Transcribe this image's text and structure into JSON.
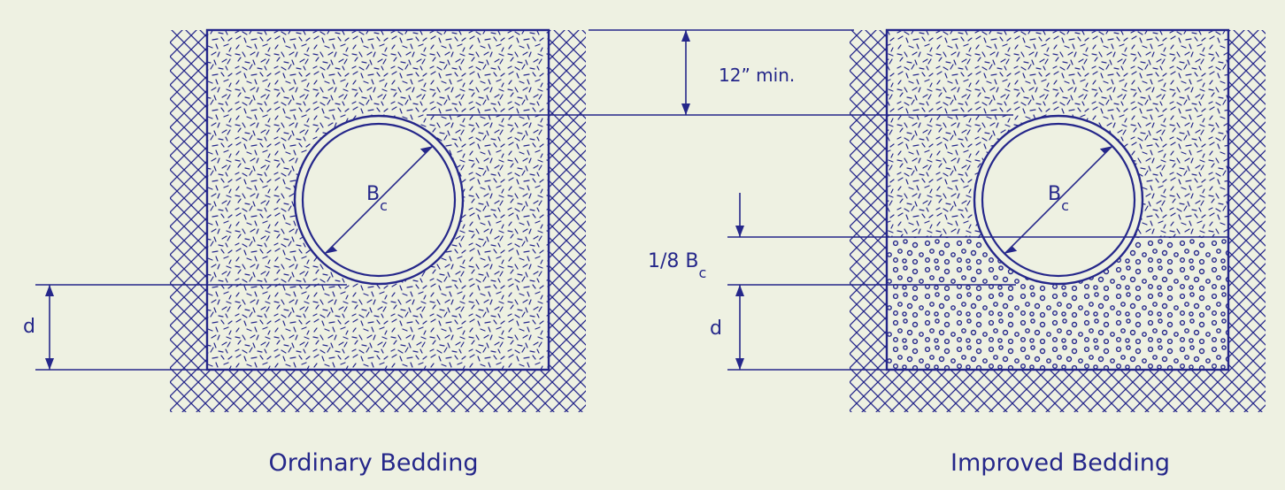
{
  "colors": {
    "paper": "#eef1e2",
    "ink": "#25278a"
  },
  "diagrams": [
    {
      "title": "Ordinary Bedding",
      "pipe_label_main": "B",
      "pipe_label_sub": "c",
      "bedding_depth_label": "d"
    },
    {
      "title": "Improved Bedding",
      "pipe_label_main": "B",
      "pipe_label_sub": "c",
      "cover_label": "12”  min.",
      "fraction_label_main": "1/8  B",
      "fraction_label_sub": "c",
      "bedding_depth_label": "d"
    }
  ]
}
